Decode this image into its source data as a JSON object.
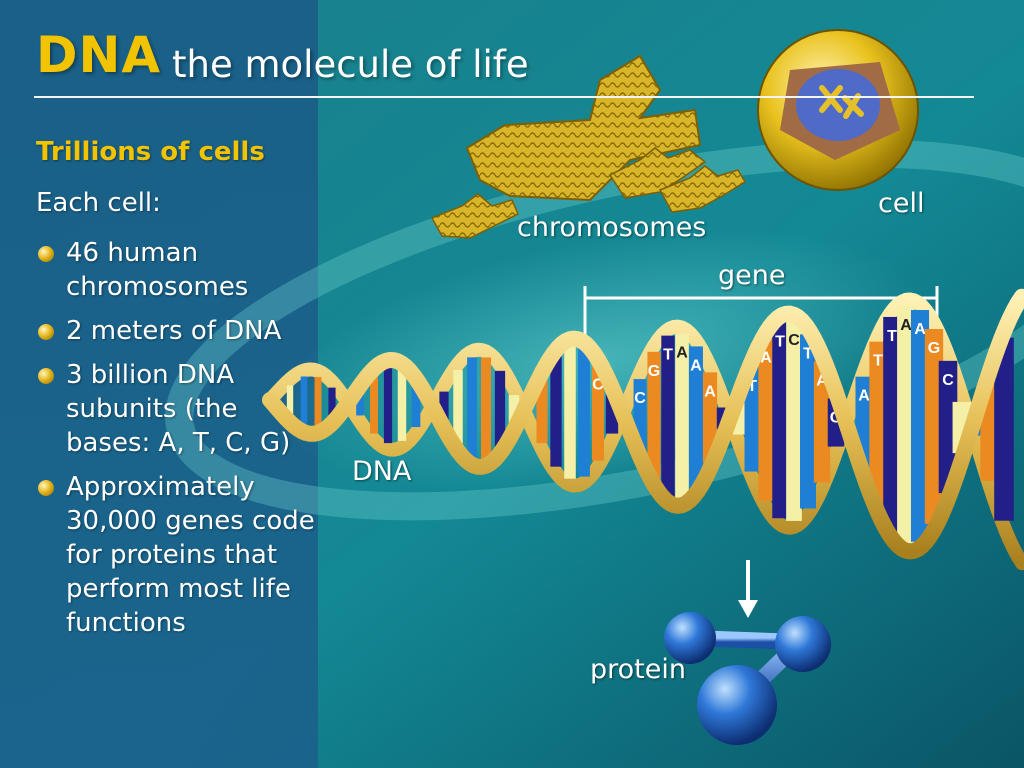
{
  "title": {
    "main": "DNA",
    "subtitle": "the molecule of life"
  },
  "intro": {
    "heading": "Trillions of cells",
    "lead": "Each cell:",
    "facts": [
      "46 human chromosomes",
      "2 meters of DNA",
      "3 billion DNA subunits (the bases: A, T, C, G)",
      "Approximately 30,000 genes code for proteins that perform most life functions"
    ]
  },
  "diagram": {
    "labels": {
      "cell": "cell",
      "chromosomes": "chromosomes",
      "gene": "gene",
      "dna": "DNA",
      "protein": "protein"
    },
    "base_letters": [
      "C",
      "C",
      "G",
      "T",
      "A",
      "A",
      "A",
      "T",
      "A",
      "T",
      "C",
      "T",
      "A",
      "G",
      "A",
      "T",
      "T",
      "A",
      "A",
      "G",
      "C"
    ]
  },
  "colors": {
    "title": "#f2c300",
    "text": "#ffffff",
    "strand": "#e8c25a",
    "base_navy": "#221f88",
    "base_yellow": "#f5f0a8",
    "base_blue": "#1e7fd4",
    "base_orange": "#ec8a22",
    "protein": "#2e72d2"
  }
}
